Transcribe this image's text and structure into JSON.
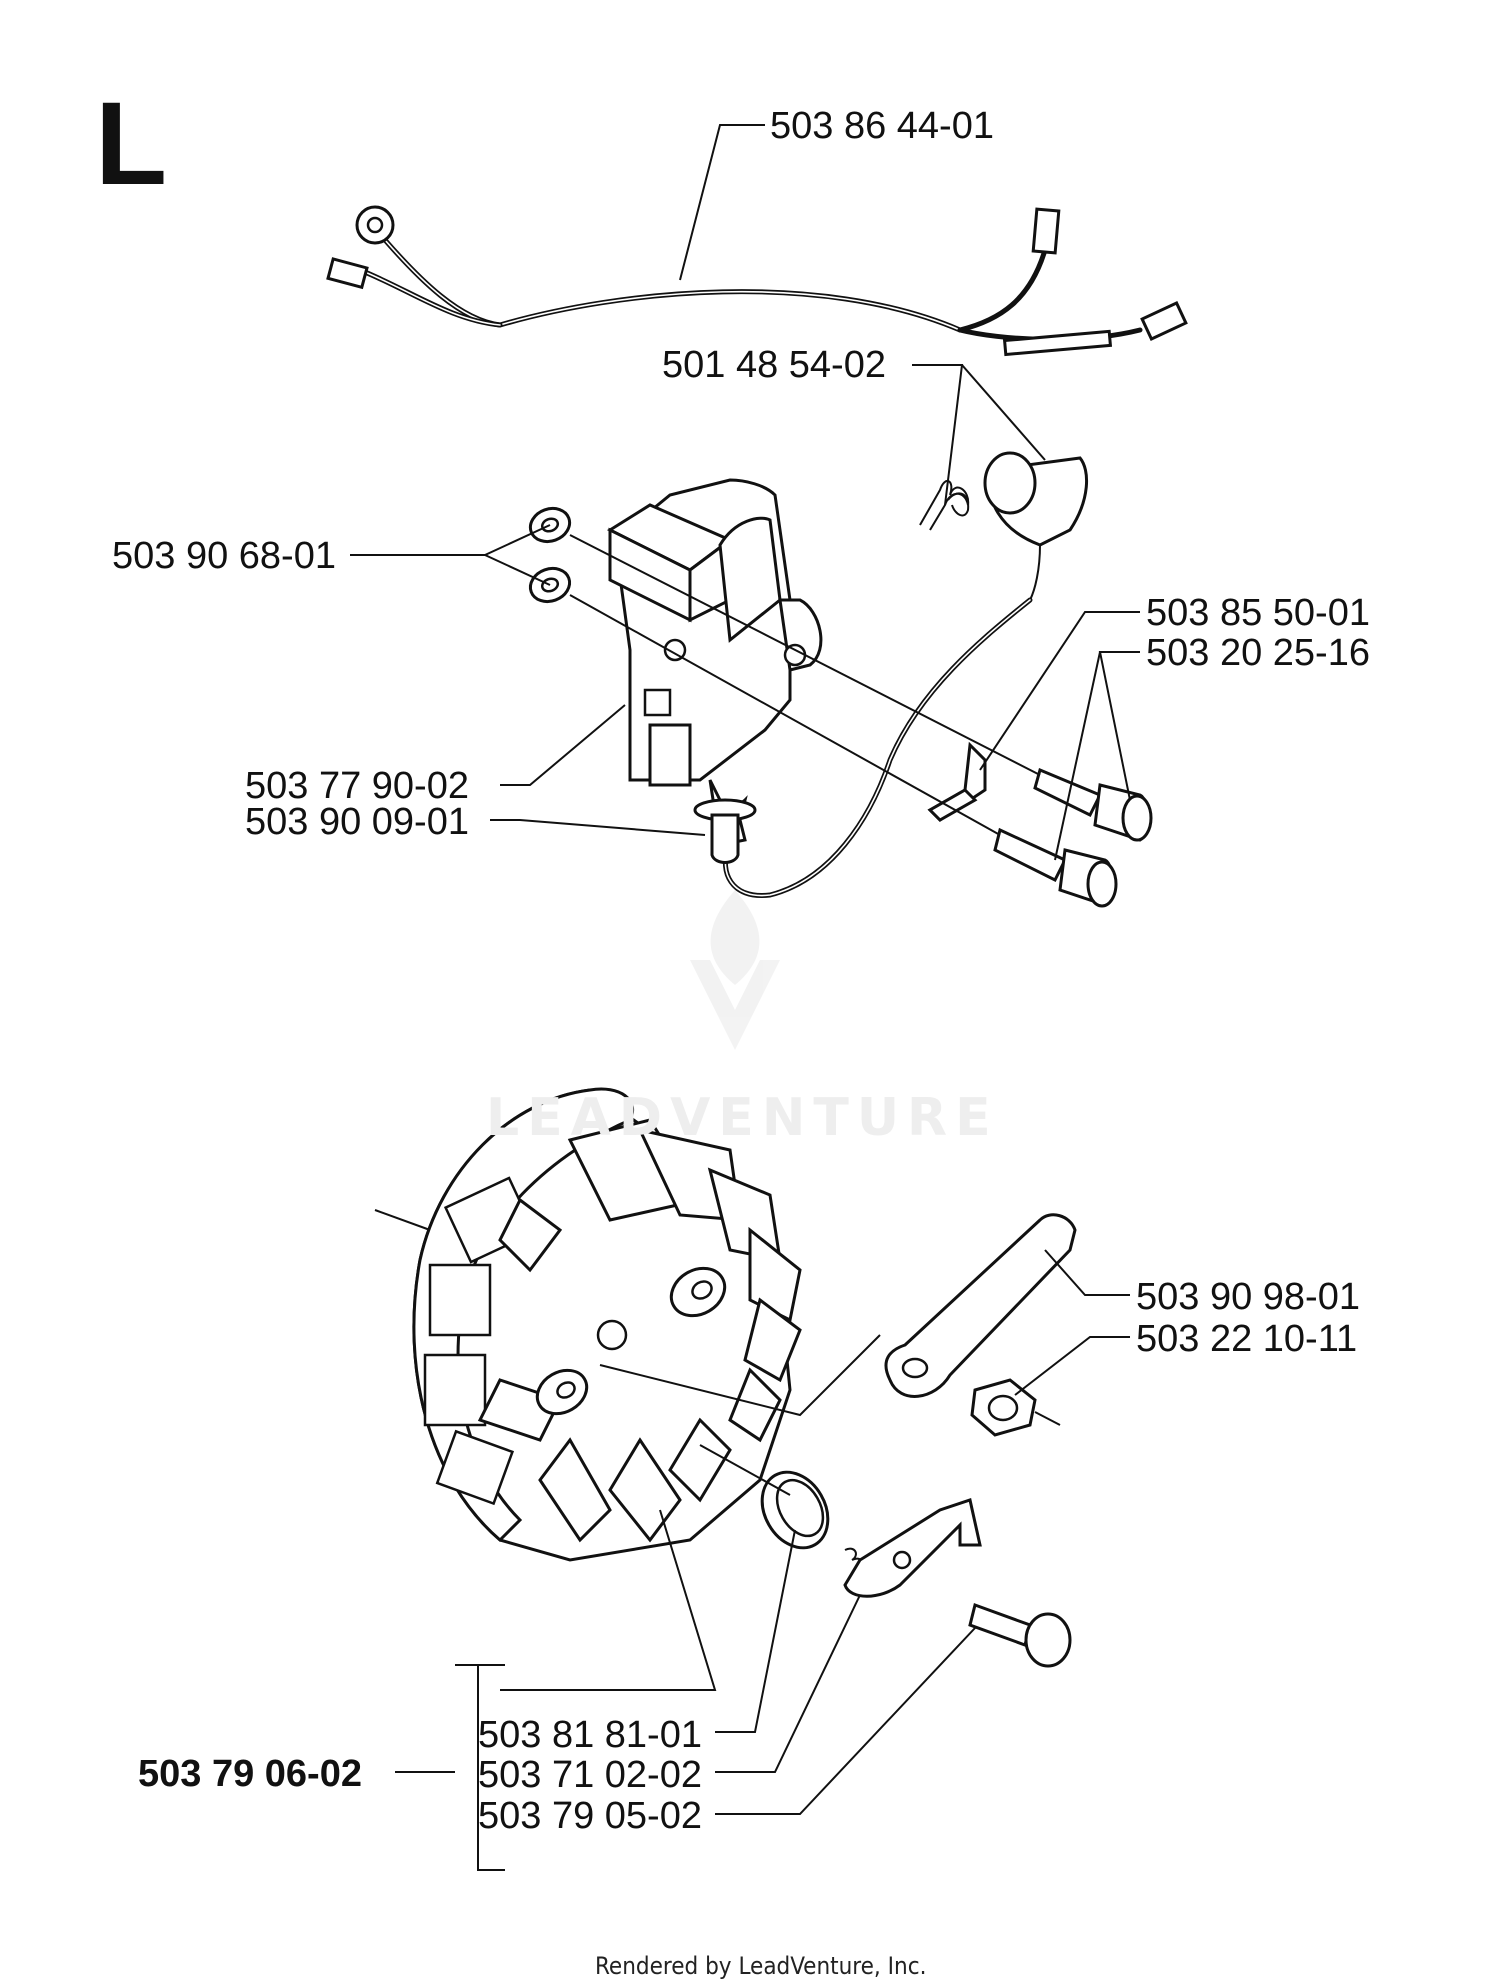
{
  "section_letter": "L",
  "labels": {
    "wire_harness": "503 86 44-01",
    "spark_plug_cap": "501 48 54-02",
    "washer": "503 90 68-01",
    "bracket": "503 85 50-01",
    "screw": "503 20 25-16",
    "ignition_module": "503 77 90-02",
    "spark_plug_lead": "503 90 09-01",
    "stop_lever": "503 90 98-01",
    "nut": "503 22 10-11",
    "flywheel_kit": "503 79 06-02",
    "flywheel": "503 81 81-01",
    "pawl": "503 71 02-02",
    "pawl_pin": "503 79 05-02"
  },
  "watermark": "LEADVENTURE",
  "footer": "Rendered by LeadVenture, Inc."
}
